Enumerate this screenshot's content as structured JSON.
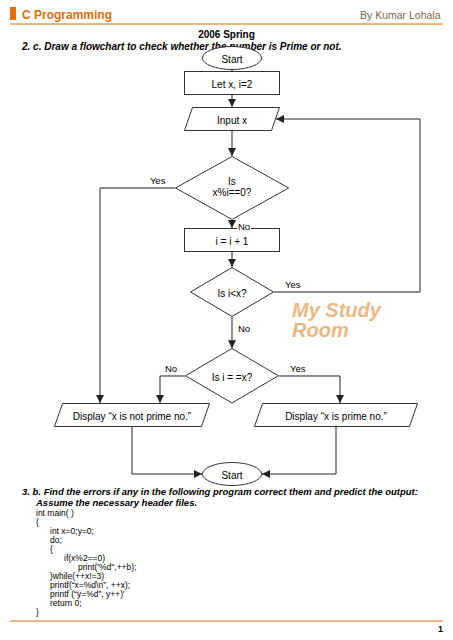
{
  "diagram": {
    "nodes": [
      {
        "text": [
          "Start"
        ]
      },
      {
        "text": [
          "Let x, i=2"
        ]
      },
      {
        "text": [
          "Input x"
        ]
      },
      {
        "text": [
          "Is x%i==0?"
        ]
      },
      {
        "text": [
          "i = i + 1"
        ]
      },
      {
        "text": [
          "Is i<x?"
        ]
      },
      {
        "text": [
          "Is i = =x?"
        ]
      },
      {
        "text": [
          "Display “x is not prime no.”"
        ]
      },
      {
        "text": [
          "Display “x is prime no.”"
        ]
      },
      {
        "text": [
          "Start"
        ]
      }
    ],
    "edges": [
      {
        "from": 0,
        "to": 1,
        "arrow": "to"
      },
      {
        "from": 1,
        "to": 2,
        "arrow": "to"
      },
      {
        "from": 2,
        "to": 3,
        "arrow": "to"
      },
      {
        "from": 3,
        "to": 7,
        "arrow": "to",
        "label": "Yes"
      },
      {
        "from": 3,
        "to": 4,
        "arrow": "to",
        "label": "No"
      },
      {
        "from": 4,
        "to": 5,
        "arrow": "to"
      },
      {
        "from": 5,
        "to": 2,
        "arrow": "to",
        "label": "Yes"
      },
      {
        "from": 5,
        "to": 6,
        "arrow": "to",
        "label": "No"
      },
      {
        "from": 6,
        "to": 7,
        "arrow": "to",
        "label": "No"
      },
      {
        "from": 6,
        "to": 8,
        "arrow": "to",
        "label": "Yes"
      },
      {
        "from": 7,
        "to": 9,
        "arrow": "to"
      },
      {
        "from": 8,
        "to": 9,
        "arrow": "to"
      }
    ],
    "labels": [
      "C Programming",
      "By Kumar Lohala",
      "2006 Spring",
      "2. c. Draw a flowchart to check whether the number is Prime or not.",
      "My Study Room",
      "3. b. Find the errors if any in the following program correct them and predict the output: Assume the necessary header files.",
      "int main( )",
      "{",
      "int x=0;y=0;",
      "do;",
      "{",
      "if(x%2==0)",
      "print('%d\",++b);",
      "}while(++x!=3)",
      "printf(“x=%d\\n”, ++x);",
      "printf (“y=%d”, y++)'",
      "return 0;",
      "}",
      "1"
    ]
  }
}
